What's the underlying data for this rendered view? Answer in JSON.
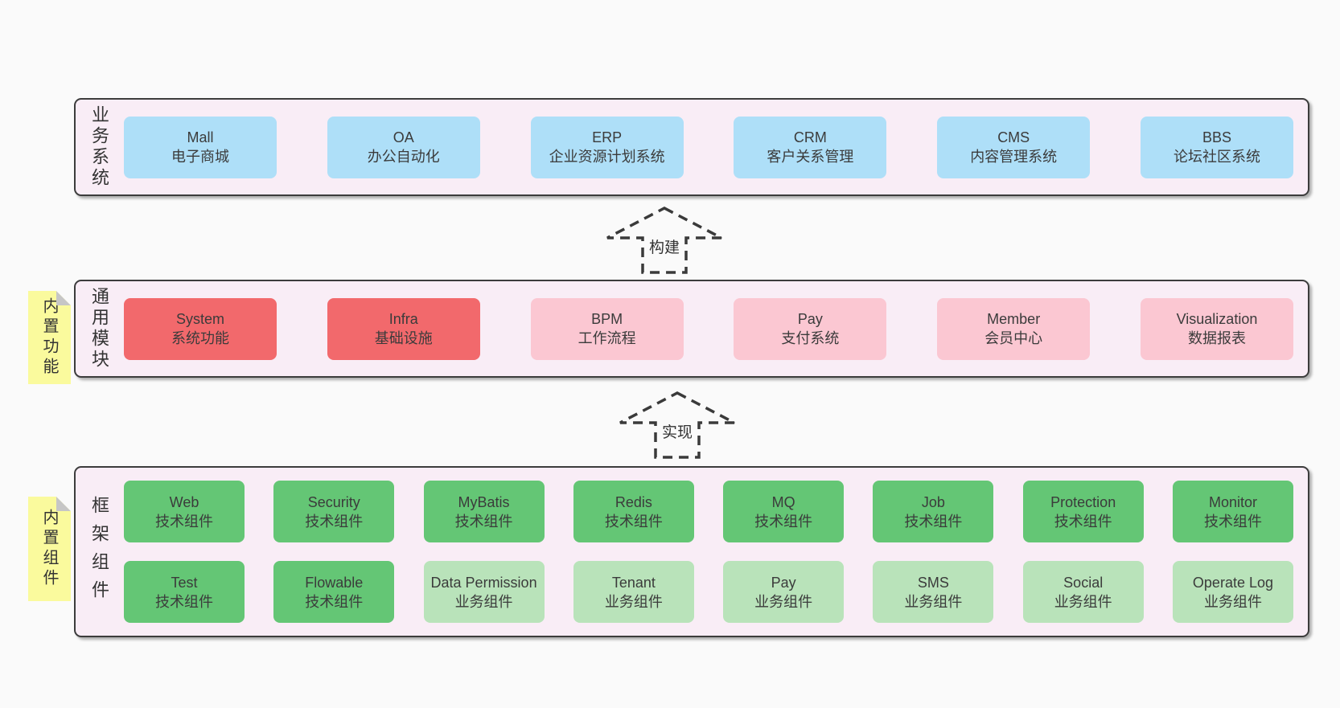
{
  "colors": {
    "page_bg": "#fafafa",
    "panel_bg": "#f9edf6",
    "panel_border": "#3c3c3c",
    "blue": "#aedff8",
    "red": "#f2696c",
    "pink": "#fbc7d2",
    "green": "#64c675",
    "lightgreen": "#b9e3ba",
    "tag_yellow": "#fafa9d",
    "tag_fold": "#c6c6c6",
    "text": "#3b3b3b",
    "arrow": "#3a3a3a"
  },
  "arrows": [
    {
      "label": "构建"
    },
    {
      "label": "实现"
    }
  ],
  "sections": [
    {
      "label": "业务系统",
      "tag": null,
      "rows": [
        [
          {
            "en": "Mall",
            "zh": "电子商城",
            "color": "blue"
          },
          {
            "en": "OA",
            "zh": "办公自动化",
            "color": "blue"
          },
          {
            "en": "ERP",
            "zh": "企业资源计划系统",
            "color": "blue"
          },
          {
            "en": "CRM",
            "zh": "客户关系管理",
            "color": "blue"
          },
          {
            "en": "CMS",
            "zh": "内容管理系统",
            "color": "blue"
          },
          {
            "en": "BBS",
            "zh": "论坛社区系统",
            "color": "blue"
          }
        ]
      ]
    },
    {
      "label": "通用模块",
      "tag": "内置功能",
      "rows": [
        [
          {
            "en": "System",
            "zh": "系统功能",
            "color": "red"
          },
          {
            "en": "Infra",
            "zh": "基础设施",
            "color": "red"
          },
          {
            "en": "BPM",
            "zh": "工作流程",
            "color": "pink"
          },
          {
            "en": "Pay",
            "zh": "支付系统",
            "color": "pink"
          },
          {
            "en": "Member",
            "zh": "会员中心",
            "color": "pink"
          },
          {
            "en": "Visualization",
            "zh": "数据报表",
            "color": "pink"
          }
        ]
      ]
    },
    {
      "label": "框架组件",
      "tag": "内置组件",
      "rows": [
        [
          {
            "en": "Web",
            "zh": "技术组件",
            "color": "green"
          },
          {
            "en": "Security",
            "zh": "技术组件",
            "color": "green"
          },
          {
            "en": "MyBatis",
            "zh": "技术组件",
            "color": "green"
          },
          {
            "en": "Redis",
            "zh": "技术组件",
            "color": "green"
          },
          {
            "en": "MQ",
            "zh": "技术组件",
            "color": "green"
          },
          {
            "en": "Job",
            "zh": "技术组件",
            "color": "green"
          },
          {
            "en": "Protection",
            "zh": "技术组件",
            "color": "green"
          },
          {
            "en": "Monitor",
            "zh": "技术组件",
            "color": "green"
          }
        ],
        [
          {
            "en": "Test",
            "zh": "技术组件",
            "color": "green"
          },
          {
            "en": "Flowable",
            "zh": "技术组件",
            "color": "green"
          },
          {
            "en": "Data Permission",
            "zh": "业务组件",
            "color": "lightgreen"
          },
          {
            "en": "Tenant",
            "zh": "业务组件",
            "color": "lightgreen"
          },
          {
            "en": "Pay",
            "zh": "业务组件",
            "color": "lightgreen"
          },
          {
            "en": "SMS",
            "zh": "业务组件",
            "color": "lightgreen"
          },
          {
            "en": "Social",
            "zh": "业务组件",
            "color": "lightgreen"
          },
          {
            "en": "Operate Log",
            "zh": "业务组件",
            "color": "lightgreen"
          }
        ]
      ]
    }
  ]
}
